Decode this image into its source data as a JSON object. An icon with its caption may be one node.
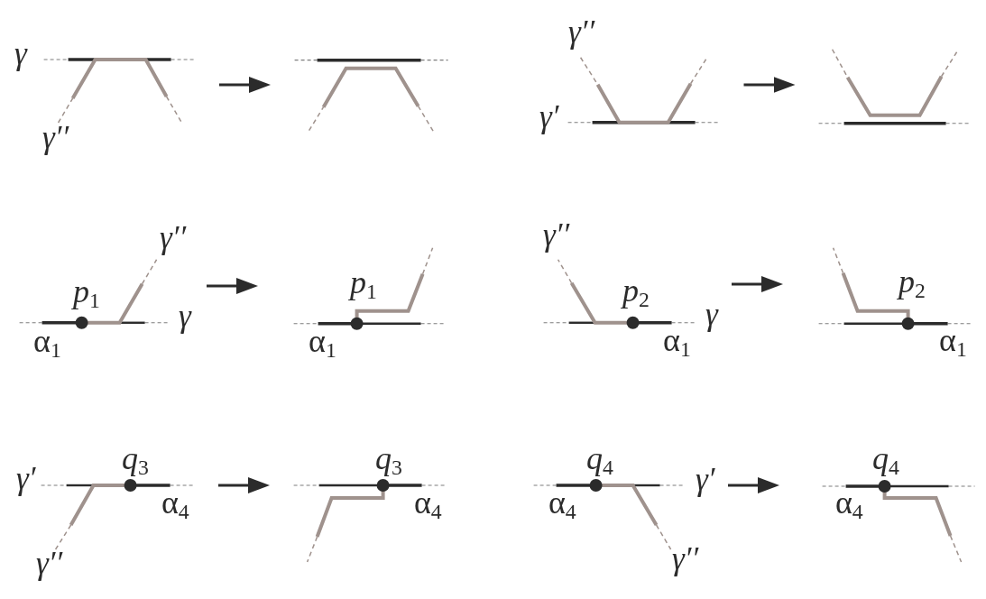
{
  "diagram": {
    "nodes": [
      {
        "text": [],
        "shape": "picture",
        "beside": [
          "γ",
          "γ′′"
        ]
      },
      {
        "text": [],
        "shape": "picture"
      },
      {
        "text": [],
        "shape": "picture",
        "beside": [
          "γ′′",
          "γ′"
        ]
      },
      {
        "text": [],
        "shape": "picture"
      },
      {
        "text": [
          "*p*$_{1}$"
        ],
        "beside": [
          "γ′′",
          "γ",
          "α$_{1}$"
        ]
      },
      {
        "text": [
          "*p*$_{1}$"
        ],
        "beside": [
          "α$_{1}$"
        ]
      },
      {
        "text": [
          "*p*$_{2}$"
        ],
        "beside": [
          "γ′′",
          "γ",
          "α$_{1}$"
        ]
      },
      {
        "text": [
          "*p*$_{2}$"
        ],
        "beside": [
          "α$_{1}$"
        ]
      },
      {
        "text": [
          "α$_{4}$"
        ],
        "beside": [
          "*q*$_{3}$",
          "γ′",
          "γ′′"
        ]
      },
      {
        "text": [
          "α$_{4}$"
        ],
        "beside": [
          "*q*$_{3}$"
        ]
      },
      {
        "text": [
          "α$_{4}$"
        ],
        "beside": [
          "*q*$_{4}$",
          "γ′",
          "γ′′"
        ]
      },
      {
        "text": [
          "α$_{4}$"
        ],
        "beside": [
          "*q*$_{4}$"
        ]
      }
    ],
    "edges": [
      {
        "from": 0,
        "to": 1,
        "arrow": "to"
      },
      {
        "from": 2,
        "to": 3,
        "arrow": "to"
      },
      {
        "from": 4,
        "to": 5,
        "arrow": "to"
      },
      {
        "from": 6,
        "to": 7,
        "arrow": "to"
      },
      {
        "from": 8,
        "to": 9,
        "arrow": "to"
      },
      {
        "from": 10,
        "to": 11,
        "arrow": "to"
      }
    ]
  }
}
